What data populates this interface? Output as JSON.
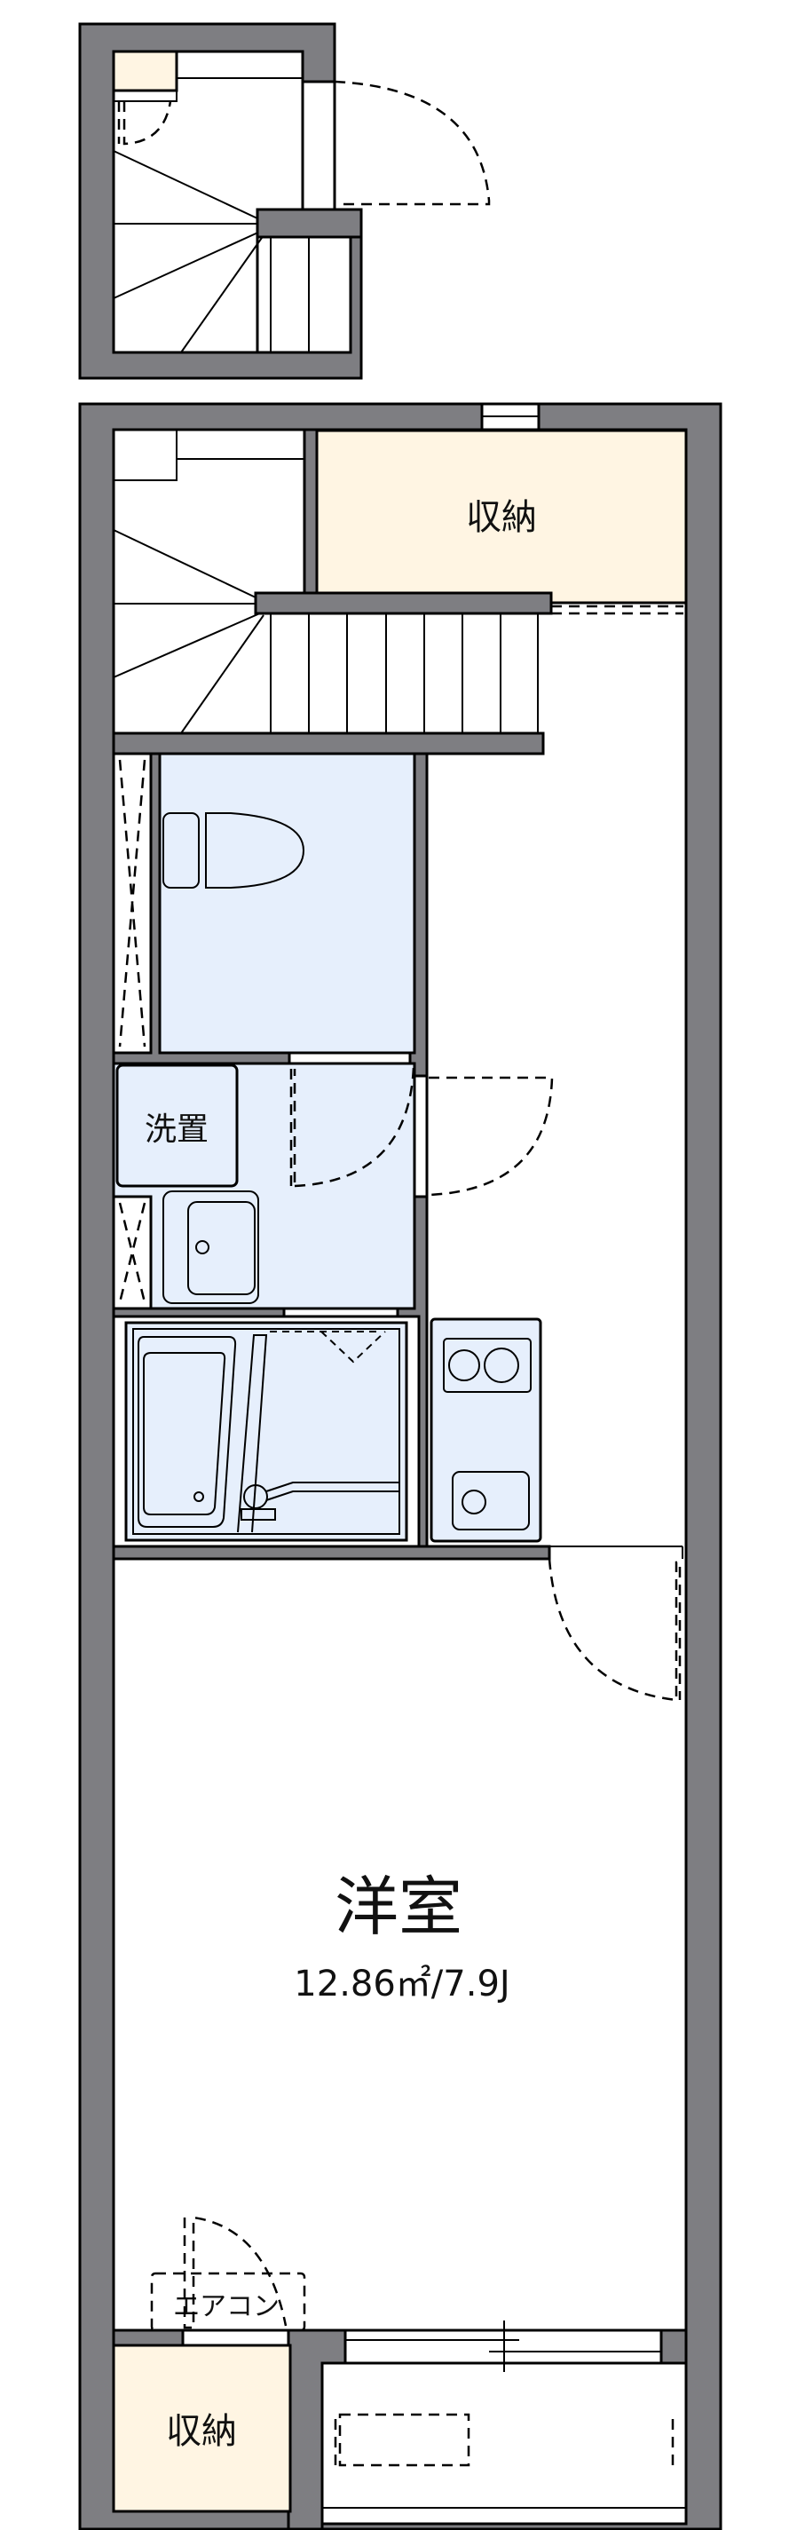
{
  "rooms": {
    "storage_top": "収納",
    "wash_space": "洗置",
    "western_room": "洋室",
    "western_room_area": "12.86㎡/7.9J",
    "aircon": "エアコン",
    "storage_bottom": "収納"
  },
  "colors": {
    "wall": "#7e7e82",
    "wet_area": "#e6effc",
    "storage": "#fff5e3"
  }
}
